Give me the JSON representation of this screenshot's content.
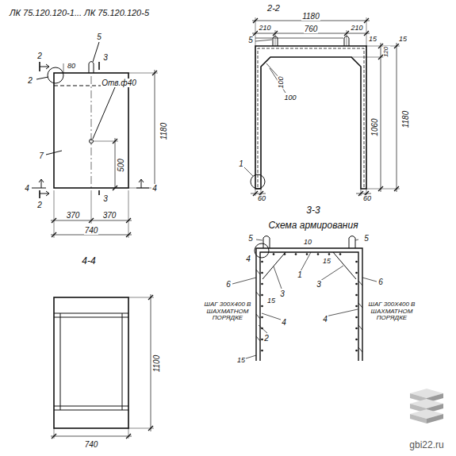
{
  "diagram": {
    "labels": [
      "ЛК 75.120.120-1... ЛК 75.120.120-5",
      "2",
      "80",
      "5",
      "3",
      "2",
      "Отв.ф40",
      "1180",
      "500",
      "7",
      "4",
      "4",
      "2",
      "3",
      "370",
      "370",
      "740",
      "2-2",
      "1180",
      "210",
      "760",
      "210",
      "5",
      "15",
      "15",
      "120",
      "100",
      "100",
      "1060",
      "1180",
      "1",
      "60",
      "60",
      "3-3",
      "Схема армирования",
      "5",
      "5",
      "4",
      "10",
      "15",
      "1",
      "3",
      "3",
      "6",
      "ШАГ 300Х400 В ШАХМАТНОМ ПОРЯДКЕ",
      "15",
      "4",
      "2",
      "15",
      "4",
      "6",
      "ШАГ 300Х400 В ШАХМАТНОМ ПОРЯДКЕ",
      "4-4",
      "1100",
      "740",
      "gbi22.ru"
    ]
  }
}
